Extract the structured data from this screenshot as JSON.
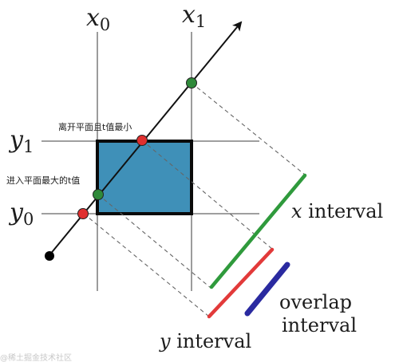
{
  "diagram": {
    "axis_labels": {
      "x0": {
        "base": "x",
        "sub": "0"
      },
      "x1": {
        "base": "x",
        "sub": "1"
      },
      "y0": {
        "base": "y",
        "sub": "0"
      },
      "y1": {
        "base": "y",
        "sub": "1"
      }
    },
    "annotations": {
      "exit_plane": "离开平面且t值最小",
      "enter_plane": "进入平面最大的t值"
    },
    "interval_labels": {
      "x": {
        "var": "x",
        "word": " interval"
      },
      "y": {
        "var": "y",
        "word": " interval"
      },
      "overlap_line1": "overlap",
      "overlap_line2": "interval"
    },
    "watermark": "@稀土掘金技术社区",
    "colors": {
      "box_fill": "#3f90b8",
      "box_border": "#0a0a0a",
      "x_interval": "#2f9a3c",
      "y_interval": "#e23a3a",
      "overlap_interval": "#2a2aa0",
      "green_point": "#2f8a3a",
      "red_point": "#e03030",
      "origin_point": "#000000",
      "ray": "#111111",
      "grid_line": "#666666",
      "dashed_line": "#666666"
    }
  }
}
